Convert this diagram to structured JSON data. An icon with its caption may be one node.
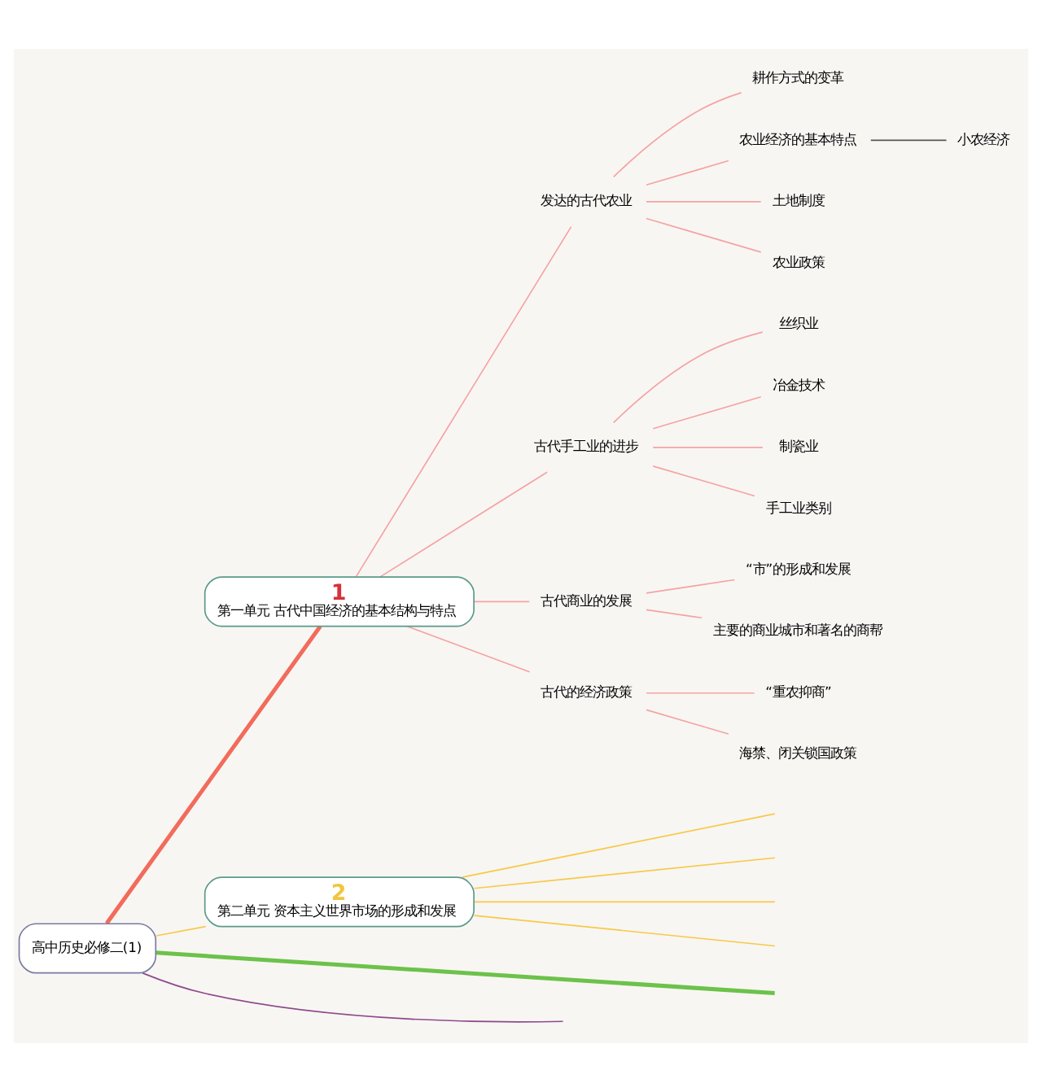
{
  "diagram": {
    "nodes": [
      {
        "text": [
          "高中历史必修二(1)"
        ]
      },
      {
        "text": [
          "1",
          "第一单元 古代中国经济的基本结构与特点"
        ]
      },
      {
        "text": [
          "发达的古代农业"
        ]
      },
      {
        "text": [
          "耕作方式的变革"
        ]
      },
      {
        "text": [
          "农业经济的基本特点"
        ]
      },
      {
        "text": [
          "小农经济"
        ]
      },
      {
        "text": [
          "土地制度"
        ]
      },
      {
        "text": [
          "农业政策"
        ]
      },
      {
        "text": [
          "古代手工业的进步"
        ]
      },
      {
        "text": [
          "丝织业"
        ]
      },
      {
        "text": [
          "冶金技术"
        ]
      },
      {
        "text": [
          "制瓷业"
        ]
      },
      {
        "text": [
          "手工业类别"
        ]
      },
      {
        "text": [
          "古代商业的发展"
        ]
      },
      {
        "text": [
          "“市”的形成和发展"
        ]
      },
      {
        "text": [
          "主要的商业城市和著名的商帮"
        ]
      },
      {
        "text": [
          "古代的经济政策"
        ]
      },
      {
        "text": [
          "“重农抑商”"
        ]
      },
      {
        "text": [
          "海禁、闭关锁国政策"
        ]
      },
      {
        "text": [
          "2",
          "第二单元 资本主义世界市场的形成和发展"
        ]
      }
    ],
    "edges": [
      {
        "from": 0,
        "to": 1,
        "arrow": "none",
        "style": "thick",
        "color": "#f26b5b"
      },
      {
        "from": 0,
        "to": 19,
        "arrow": "none",
        "color": "#f7c948"
      },
      {
        "from": 0,
        "to": null,
        "arrow": "none",
        "style": "thick",
        "color": "#6cc24a"
      },
      {
        "from": 0,
        "to": null,
        "arrow": "none",
        "color": "#8e4a8c"
      },
      {
        "from": 1,
        "to": 2,
        "arrow": "none"
      },
      {
        "from": 1,
        "to": 8,
        "arrow": "none"
      },
      {
        "from": 1,
        "to": 13,
        "arrow": "none"
      },
      {
        "from": 1,
        "to": 16,
        "arrow": "none"
      },
      {
        "from": 2,
        "to": 3,
        "arrow": "none"
      },
      {
        "from": 2,
        "to": 4,
        "arrow": "none"
      },
      {
        "from": 2,
        "to": 6,
        "arrow": "none"
      },
      {
        "from": 2,
        "to": 7,
        "arrow": "none"
      },
      {
        "from": 4,
        "to": 5,
        "arrow": "none",
        "color": "#555555"
      },
      {
        "from": 8,
        "to": 9,
        "arrow": "none"
      },
      {
        "from": 8,
        "to": 10,
        "arrow": "none"
      },
      {
        "from": 8,
        "to": 11,
        "arrow": "none"
      },
      {
        "from": 8,
        "to": 12,
        "arrow": "none"
      },
      {
        "from": 13,
        "to": 14,
        "arrow": "none"
      },
      {
        "from": 13,
        "to": 15,
        "arrow": "none"
      },
      {
        "from": 16,
        "to": 17,
        "arrow": "none"
      },
      {
        "from": 16,
        "to": 18,
        "arrow": "none"
      },
      {
        "from": 19,
        "to": null,
        "arrow": "none",
        "color": "#f7c948"
      },
      {
        "from": 19,
        "to": null,
        "arrow": "none",
        "color": "#f7c948"
      },
      {
        "from": 19,
        "to": null,
        "arrow": "none",
        "color": "#f7c948"
      },
      {
        "from": 19,
        "to": null,
        "arrow": "none",
        "color": "#f7c948"
      }
    ]
  }
}
